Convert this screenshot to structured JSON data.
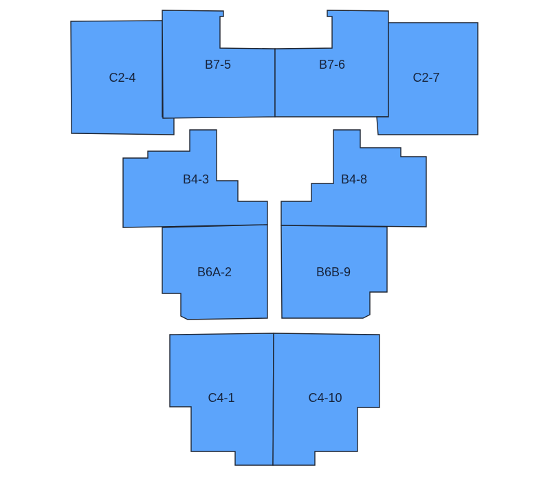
{
  "plan": {
    "fill_color": "#5ca4fb",
    "units": [
      {
        "id": "C2-4"
      },
      {
        "id": "B7-5"
      },
      {
        "id": "B7-6"
      },
      {
        "id": "C2-7"
      },
      {
        "id": "B4-3"
      },
      {
        "id": "B4-8"
      },
      {
        "id": "B6A-2"
      },
      {
        "id": "B6B-9"
      },
      {
        "id": "C4-1"
      },
      {
        "id": "C4-10"
      }
    ]
  }
}
